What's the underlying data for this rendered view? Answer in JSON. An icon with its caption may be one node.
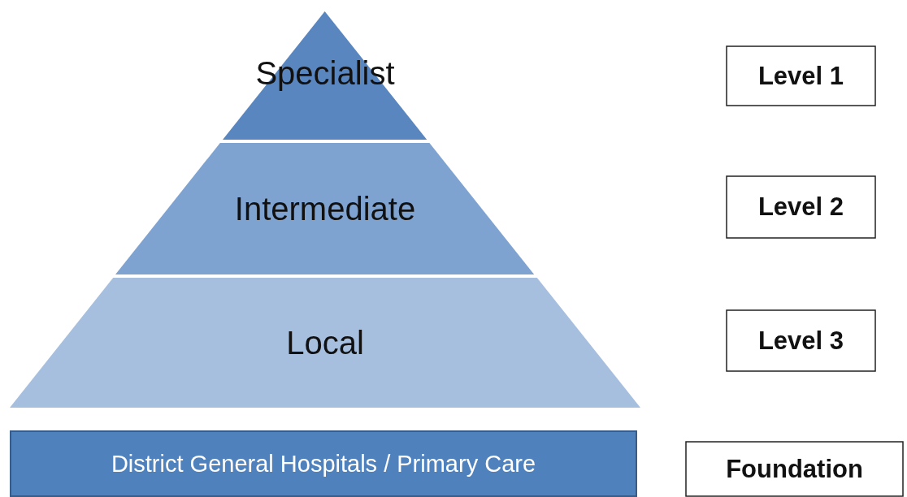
{
  "diagram": {
    "nodes": [
      {
        "text": [
          "Specialist"
        ]
      },
      {
        "text": [
          "Intermediate"
        ]
      },
      {
        "text": [
          "Local"
        ]
      },
      {
        "text": [
          "District General Hospitals / Primary Care"
        ]
      },
      {
        "text": [
          "Level 1"
        ]
      },
      {
        "text": [
          "Level 2"
        ]
      },
      {
        "text": [
          "Level 3"
        ]
      },
      {
        "text": [
          "Foundation"
        ]
      }
    ]
  }
}
